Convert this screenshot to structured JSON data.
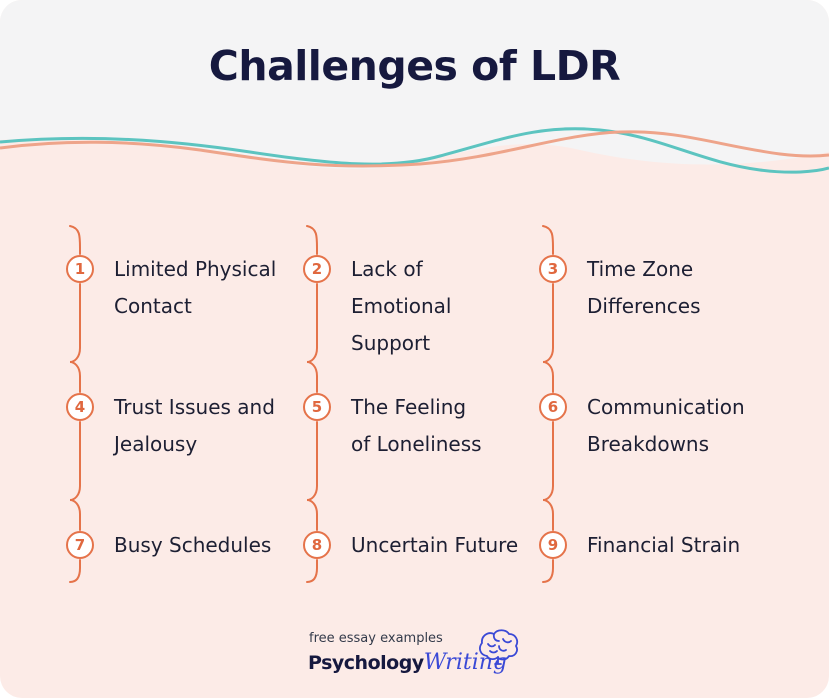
{
  "title": "Challenges of LDR",
  "items": [
    {
      "number": "1",
      "label": "Limited Physical Contact"
    },
    {
      "number": "2",
      "label": "Lack of Emotional Support"
    },
    {
      "number": "3",
      "label": "Time Zone Differences"
    },
    {
      "number": "4",
      "label": "Trust Issues and Jealousy"
    },
    {
      "number": "5",
      "label": "The Feeling of Loneliness"
    },
    {
      "number": "6",
      "label": "Communication Breakdowns"
    },
    {
      "number": "7",
      "label": "Busy Schedules"
    },
    {
      "number": "8",
      "label": "Uncertain Future"
    },
    {
      "number": "9",
      "label": "Financial Strain"
    }
  ],
  "footer": {
    "tagline": "free essay examples",
    "brand_primary": "Psychology",
    "brand_secondary": "Writing"
  },
  "colors": {
    "accent_orange": "#e5734a",
    "wave_teal": "#5cc4c0",
    "wave_salmon": "#eea48a",
    "header_bg": "#f4f4f5",
    "body_bg": "#fcebe7",
    "title_navy": "#16193f",
    "brand_blue": "#3a49d6"
  }
}
